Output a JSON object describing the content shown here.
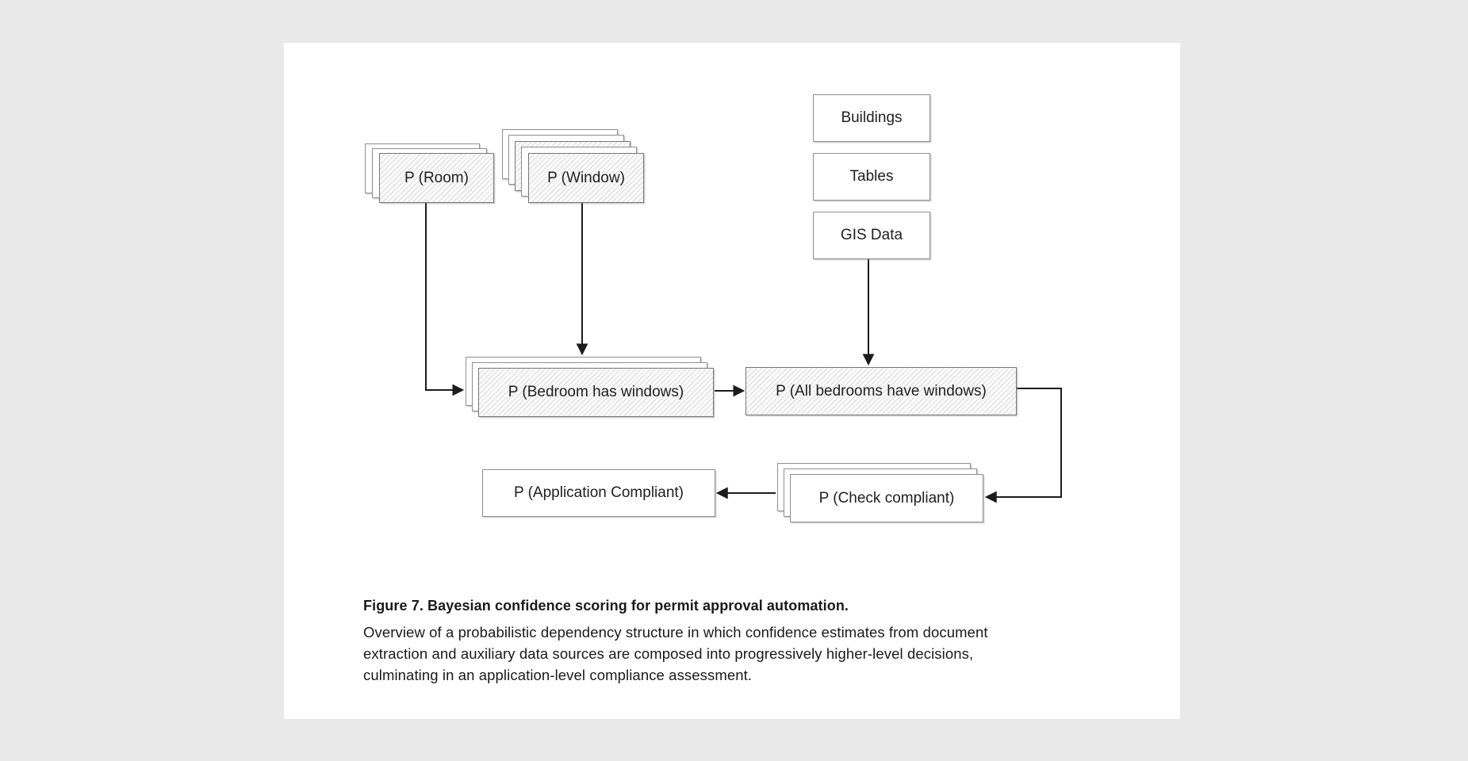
{
  "figure": {
    "nodes": {
      "room": {
        "label": "P (Room)"
      },
      "window": {
        "label": "P (Window)"
      },
      "buildings": {
        "label": "Buildings"
      },
      "tables": {
        "label": "Tables"
      },
      "gis": {
        "label": "GIS Data"
      },
      "bedroom": {
        "label": "P (Bedroom has windows)"
      },
      "all_bedrooms": {
        "label": "P (All bedrooms have windows)"
      },
      "check": {
        "label": "P (Check compliant)"
      },
      "application": {
        "label": "P (Application Compliant)"
      }
    },
    "caption": {
      "title": "Figure 7. Bayesian confidence scoring for permit approval automation.",
      "body_lines": [
        "Overview of a probabilistic dependency structure in which confidence estimates from document",
        "extraction and auxiliary data sources are composed into progressively higher-level decisions,",
        "culminating in an application-level compliance assessment."
      ]
    },
    "colors": {
      "page_bg": "#e9e9e9",
      "canvas_bg": "#ffffff",
      "box_border": "#8f8f8f",
      "hatch_line": "#dddddd",
      "arrow": "#1c1c1c",
      "text": "#1f1f1f"
    }
  }
}
